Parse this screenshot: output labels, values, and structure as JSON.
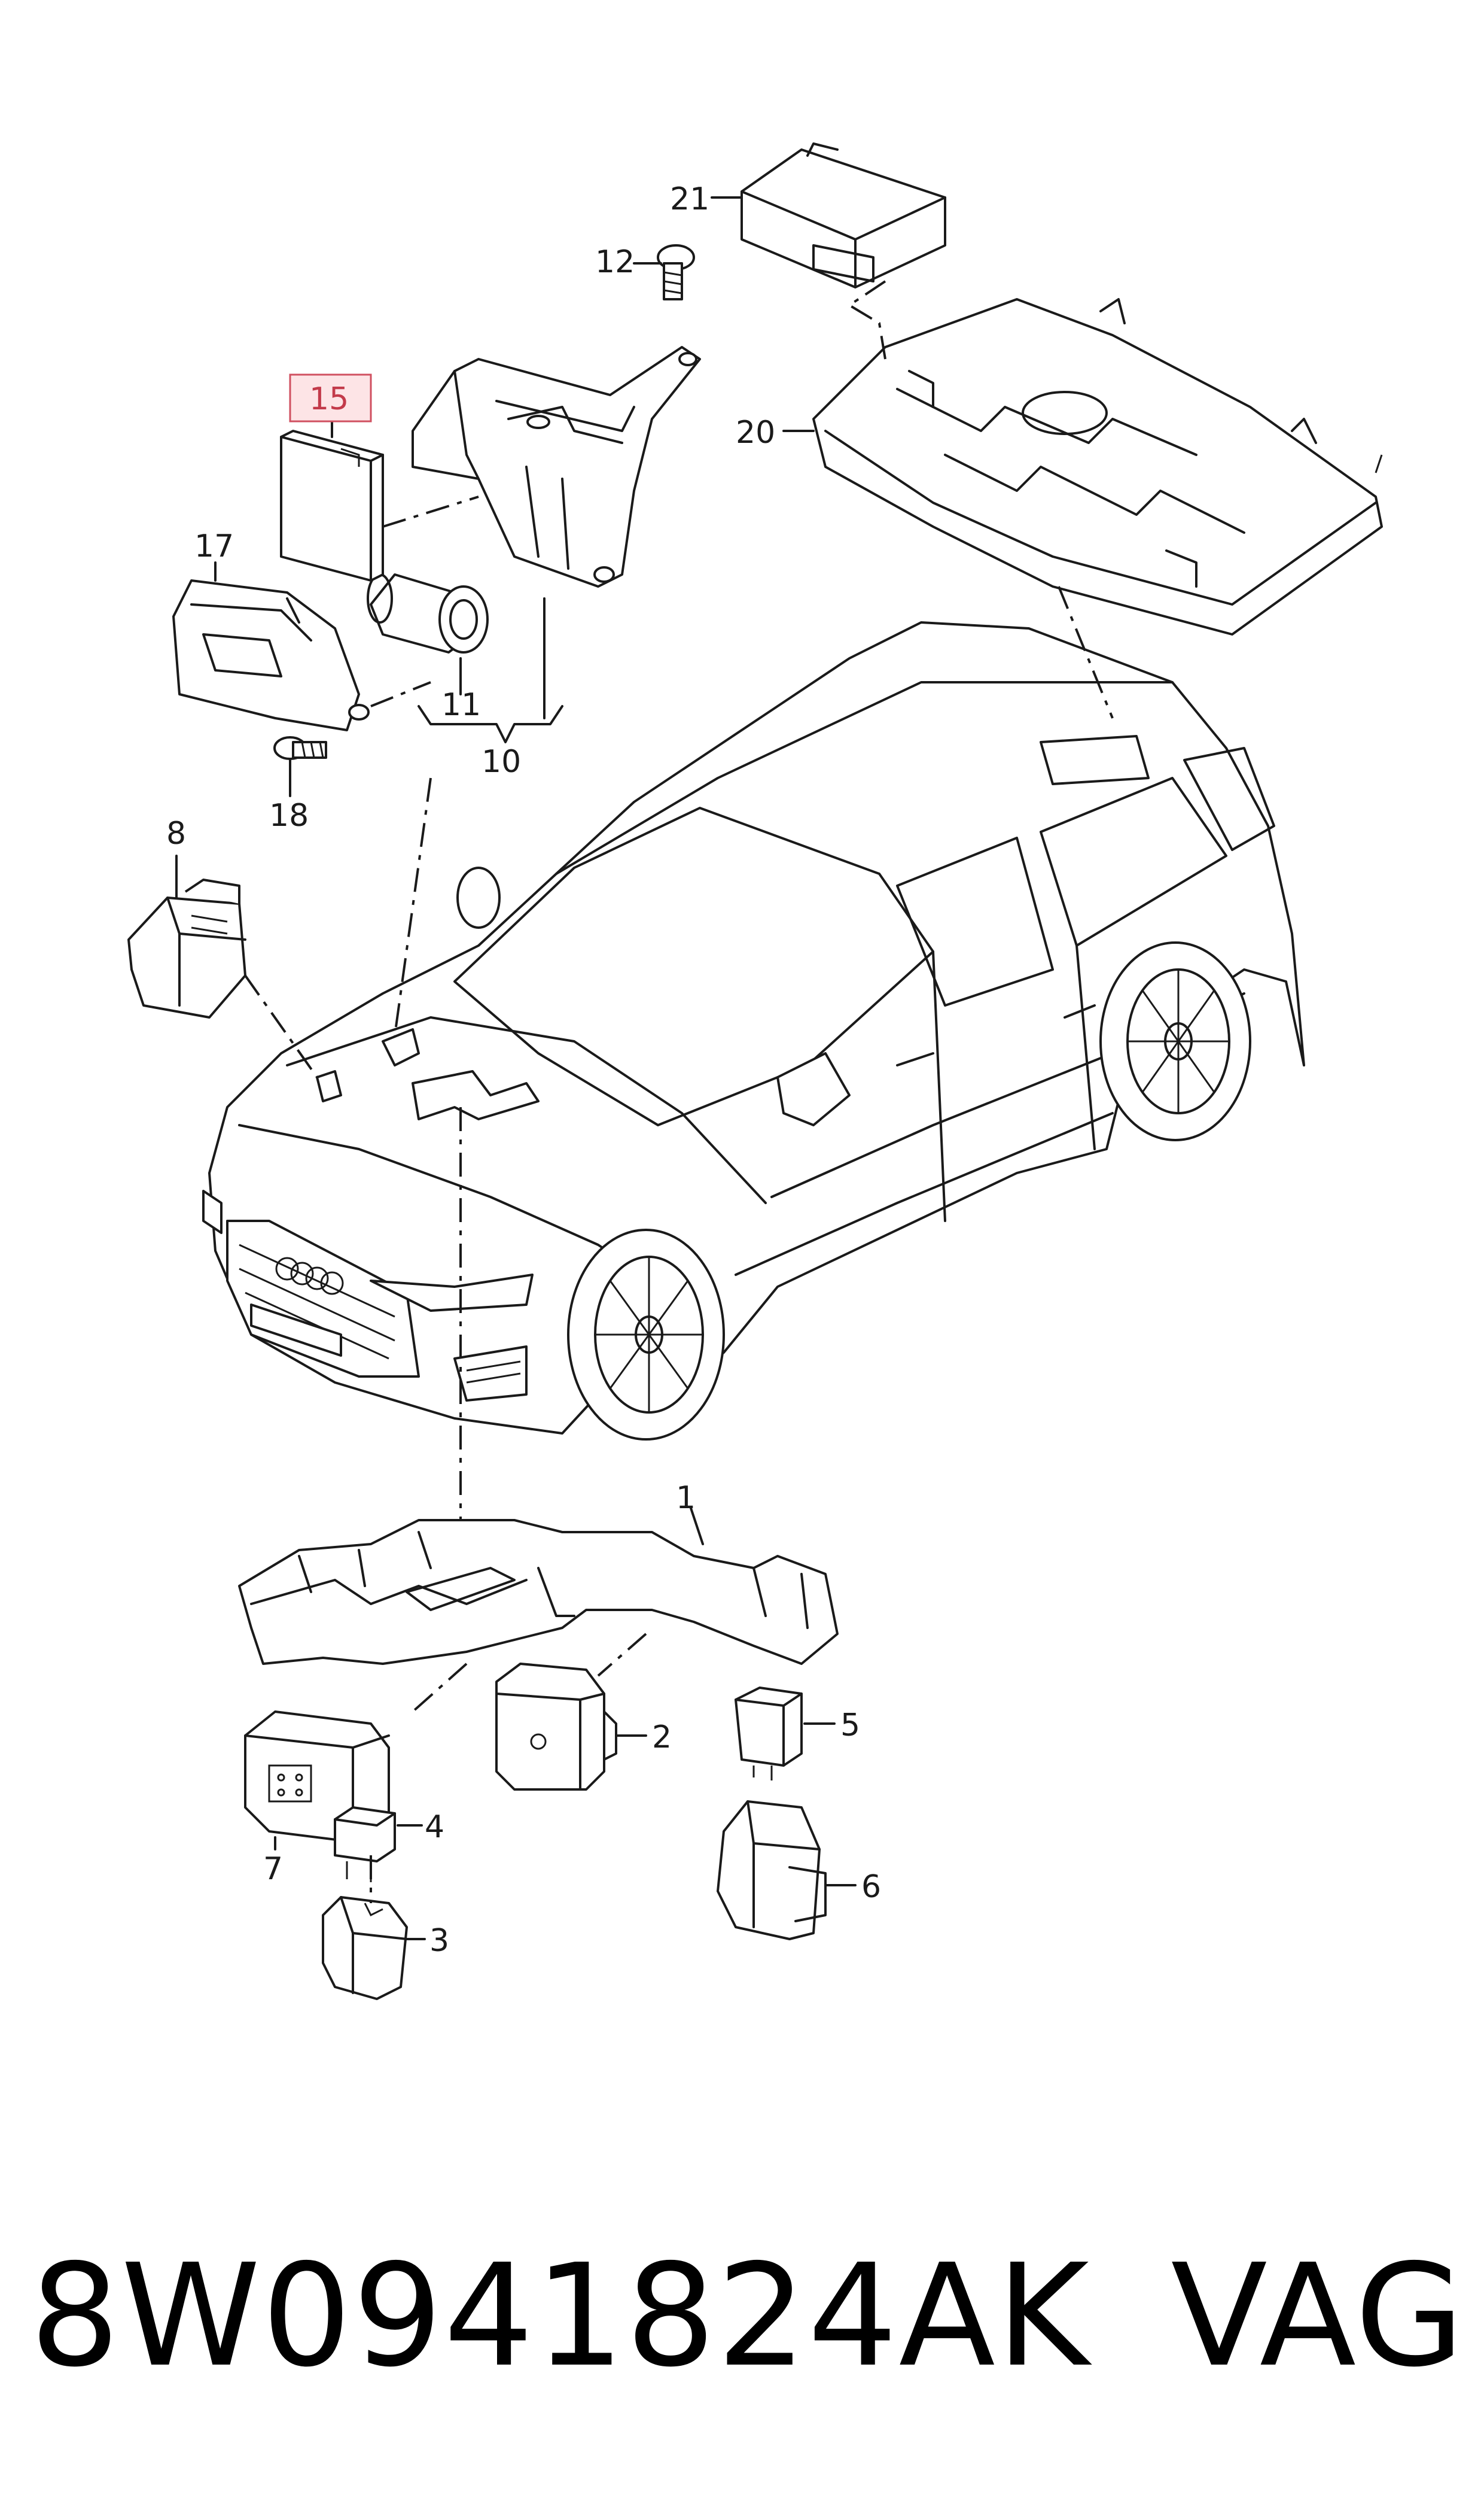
{
  "callouts": {
    "c1": "1",
    "c2": "2",
    "c3": "3",
    "c4": "4",
    "c5": "5",
    "c6": "6",
    "c7": "7",
    "c8": "8",
    "c10": "10",
    "c11": "11",
    "c12": "12",
    "c15": "15",
    "c17": "17",
    "c18": "18",
    "c20": "20",
    "c21": "21"
  },
  "highlighted_part": "15",
  "part_number": "8W0941824AK",
  "brand": "VAG",
  "colors": {
    "line": "#1a1a1a",
    "highlight_fill": "#fde4e6",
    "highlight_stroke": "#d05060"
  }
}
